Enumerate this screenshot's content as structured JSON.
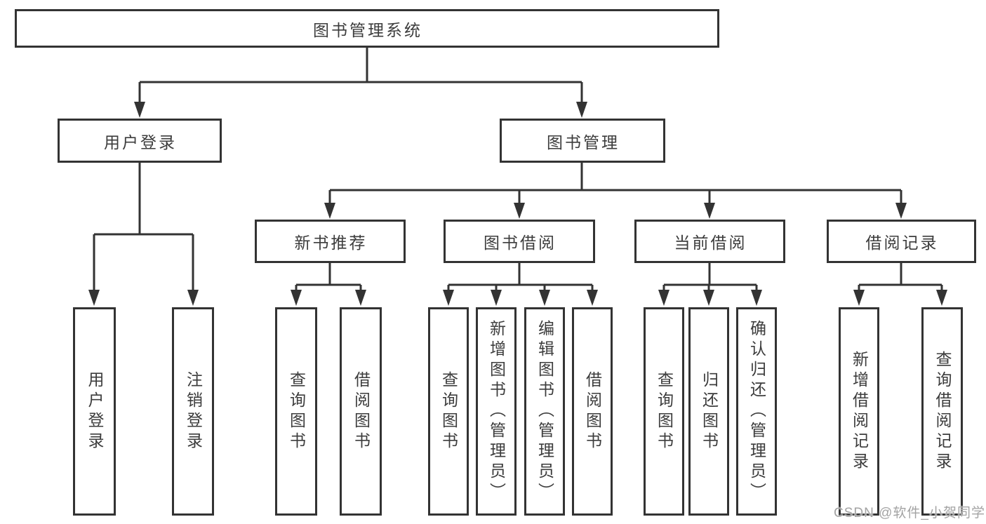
{
  "tree": {
    "root": {
      "label": "图书管理系统"
    },
    "children": [
      {
        "label": "用户登录",
        "children": [
          {
            "label": "用户登录"
          },
          {
            "label": "注销登录"
          }
        ]
      },
      {
        "label": "图书管理",
        "children": [
          {
            "label": "新书推荐",
            "children": [
              {
                "label": "查询图书"
              },
              {
                "label": "借阅图书"
              }
            ]
          },
          {
            "label": "图书借阅",
            "children": [
              {
                "label": "查询图书"
              },
              {
                "label": "新增图书（管理员）"
              },
              {
                "label": "编辑图书（管理员）"
              },
              {
                "label": "借阅图书"
              }
            ]
          },
          {
            "label": "当前借阅",
            "children": [
              {
                "label": "查询图书"
              },
              {
                "label": "归还图书"
              },
              {
                "label": "确认归还（管理员）"
              }
            ]
          },
          {
            "label": "借阅记录",
            "children": [
              {
                "label": "新增借阅记录"
              },
              {
                "label": "查询借阅记录"
              }
            ]
          }
        ]
      }
    ]
  },
  "watermark": {
    "text": "CSDN @软件_小贺同学"
  },
  "colors": {
    "line": "#333333",
    "text": "#3c3c3c",
    "bg": "#ffffff",
    "watermark": "#a3a3a3"
  }
}
